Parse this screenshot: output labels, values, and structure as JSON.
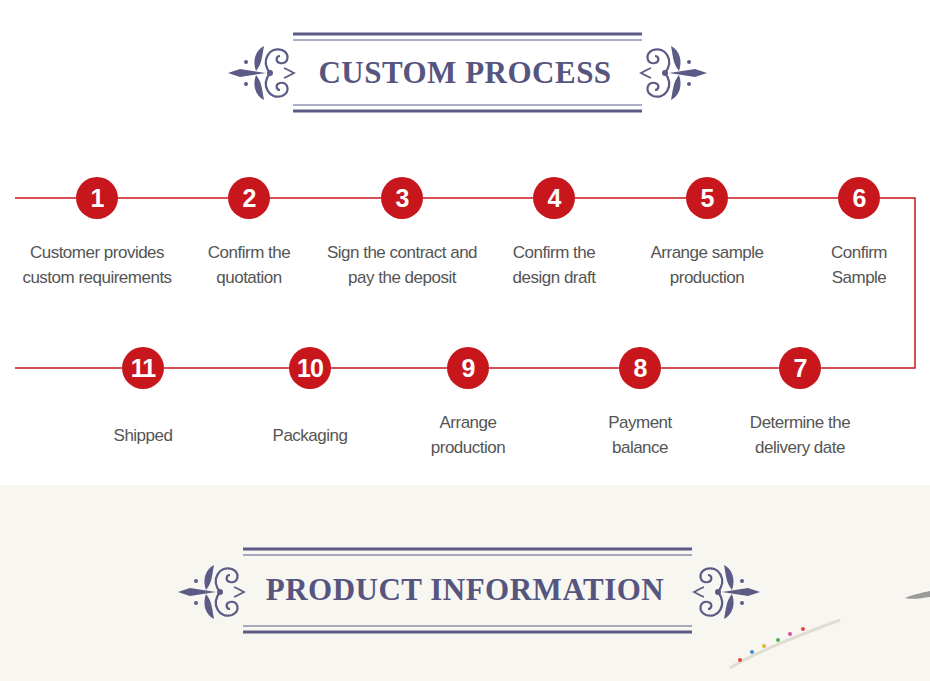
{
  "diagram": {
    "title": "CUSTOM PROCESS",
    "nodes": [
      {
        "text": [
          "1",
          "Customer provides custom requirements"
        ]
      },
      {
        "text": [
          "2",
          "Confirm the quotation"
        ]
      },
      {
        "text": [
          "3",
          "Sign the contract and pay the deposit"
        ]
      },
      {
        "text": [
          "4",
          "Confirm the design draft"
        ]
      },
      {
        "text": [
          "5",
          "Arrange sample production"
        ]
      },
      {
        "text": [
          "6",
          "Confirm Sample"
        ]
      },
      {
        "text": [
          "7",
          "Determine the delivery date"
        ]
      },
      {
        "text": [
          "8",
          "Payment balance"
        ]
      },
      {
        "text": [
          "9",
          "Arrange production"
        ]
      },
      {
        "text": [
          "10",
          "Packaging"
        ]
      },
      {
        "text": [
          "11",
          "Shipped"
        ]
      }
    ],
    "edges": [
      {
        "from": 0,
        "to": 1,
        "arrow": "none"
      },
      {
        "from": 1,
        "to": 2,
        "arrow": "none"
      },
      {
        "from": 2,
        "to": 3,
        "arrow": "none"
      },
      {
        "from": 3,
        "to": 4,
        "arrow": "none"
      },
      {
        "from": 4,
        "to": 5,
        "arrow": "none"
      },
      {
        "from": 5,
        "to": 6,
        "arrow": "none"
      },
      {
        "from": 6,
        "to": 7,
        "arrow": "none"
      },
      {
        "from": 7,
        "to": 8,
        "arrow": "none"
      },
      {
        "from": 8,
        "to": 9,
        "arrow": "none"
      },
      {
        "from": 9,
        "to": 10,
        "arrow": "none"
      }
    ],
    "labels": [
      "PRODUCT INFORMATION"
    ]
  }
}
